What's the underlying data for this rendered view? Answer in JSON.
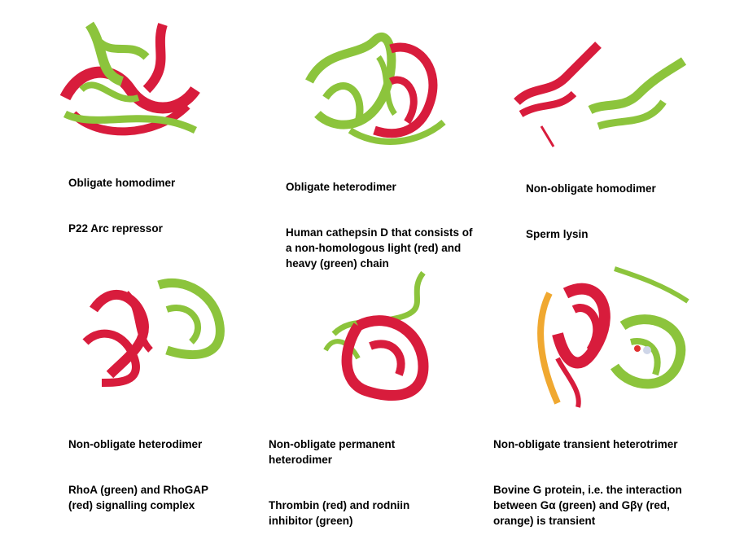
{
  "colors": {
    "red": "#d81c3c",
    "green": "#8cc43c",
    "orange": "#f0a830",
    "white": "#ffffff"
  },
  "panels": [
    {
      "title": "Obligate homodimer",
      "desc": "P22 Arc repressor"
    },
    {
      "title": "Obligate heterodimer",
      "desc": "Human cathepsin D that consists of\na non-homologous light (red) and\nheavy (green) chain"
    },
    {
      "title": "Non-obligate homodimer",
      "desc": "Sperm lysin"
    },
    {
      "title": "Non-obligate heterodimer",
      "desc": "RhoA (green) and RhoGAP\n(red) signalling complex"
    },
    {
      "title": "Non-obligate permanent\nheterodimer",
      "desc": "Thrombin (red) and rodniin\ninhibitor (green)"
    },
    {
      "title": "Non-obligate transient heterotrimer",
      "desc": "Bovine G protein, i.e. the interaction\nbetween Gα (green) and Gβγ (red,\norange) is transient"
    }
  ]
}
